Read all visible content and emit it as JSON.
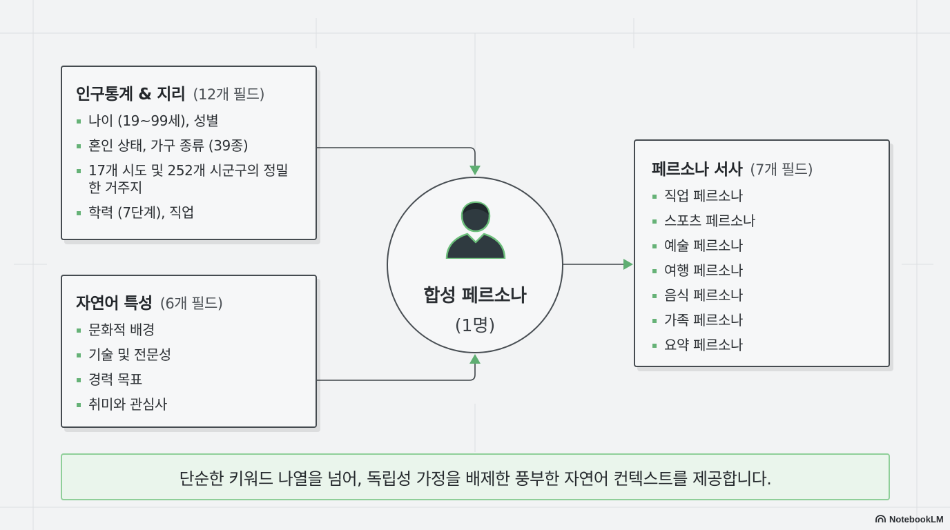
{
  "demographics": {
    "title": "인구통계 & 지리",
    "count": "(12개 필드)",
    "items": [
      "나이 (19~99세), 성별",
      "혼인 상태, 가구 종류 (39종)",
      "17개 시도 및 252개 시군구의 정밀한 거주지",
      "학력 (7단계), 직업"
    ]
  },
  "natural_language": {
    "title": "자연어 특성",
    "count": "(6개 필드)",
    "items": [
      "문화적 배경",
      "기술 및 전문성",
      "경력 목표",
      "취미와 관심사"
    ]
  },
  "hub": {
    "title": "합성 페르소나",
    "subtitle": "(1명)"
  },
  "persona_narrative": {
    "title": "페르소나 서사",
    "count": "(7개 필드)",
    "items": [
      "직업 페르소나",
      "스포츠 페르소나",
      "예술 페르소나",
      "여행 페르소나",
      "음식 페르소나",
      "가족 페르소나",
      "요약 페르소나"
    ]
  },
  "banner": {
    "text": "단순한 키워드 나열을 넘어, 독립성 가정을 배제한 풍부한 자연어 컨텍스트를 제공합니다."
  },
  "brand": {
    "label": "NotebookLM"
  },
  "colors": {
    "accent_green": "#66b277",
    "border_dark": "#454b50",
    "banner_fill": "#eaf5ec",
    "banner_border": "#8fcf99",
    "icon_fill": "#2f3a40"
  }
}
